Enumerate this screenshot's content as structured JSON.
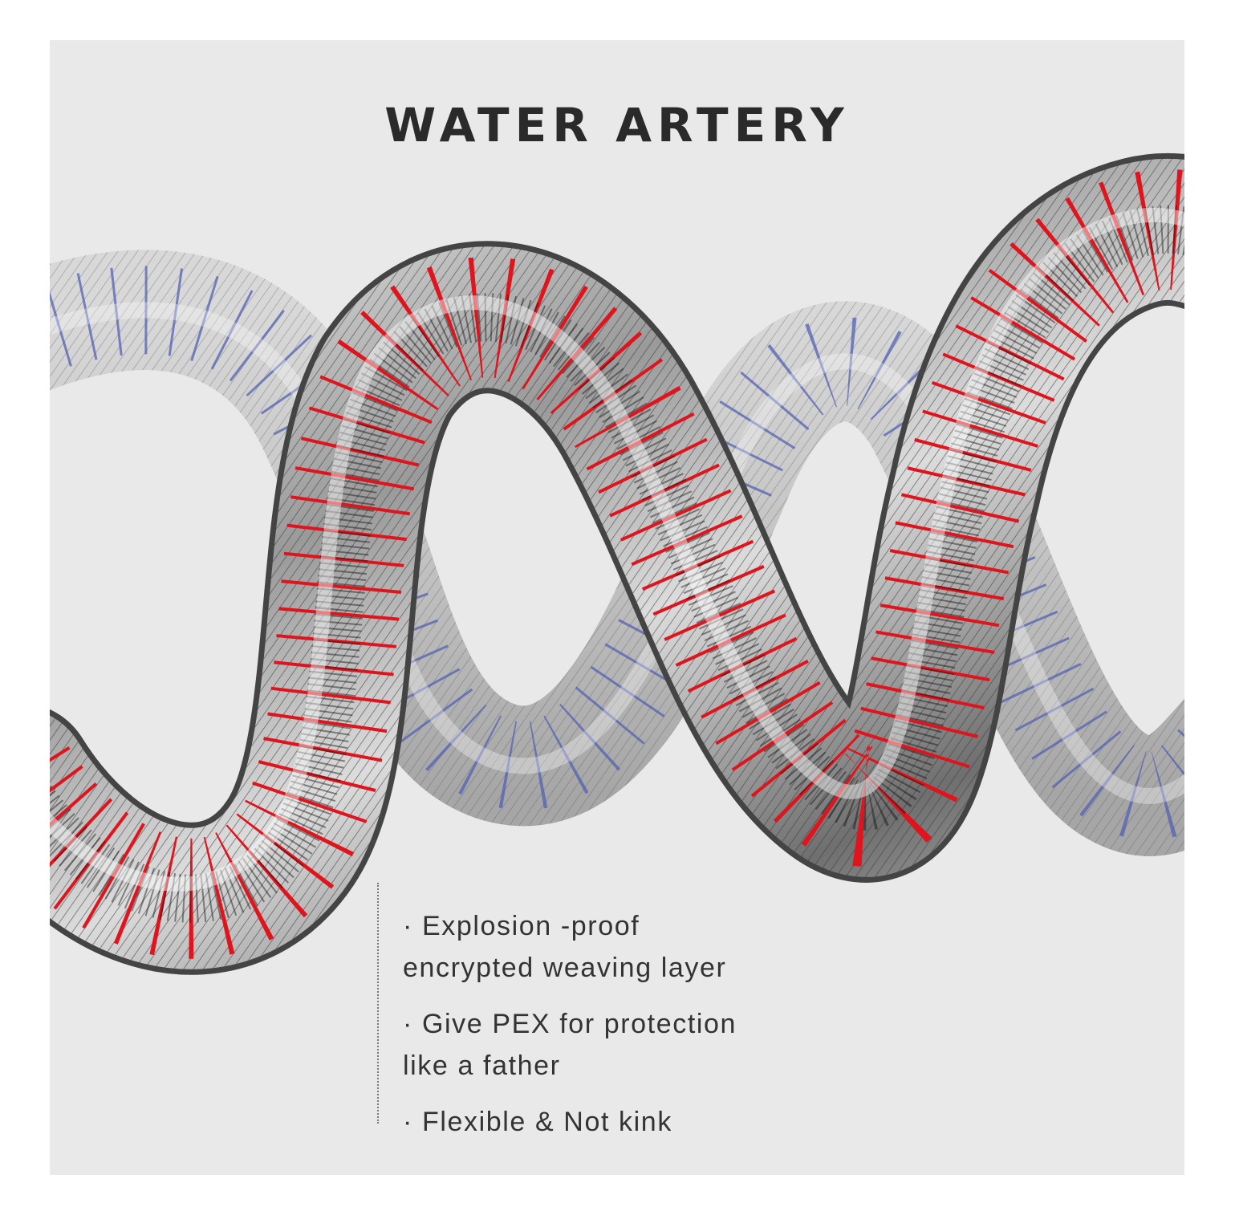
{
  "headline": "WATER ARTERY",
  "features": [
    {
      "line1": "· Explosion -proof",
      "line2": "encrypted weaving layer"
    },
    {
      "line1": "· Give PEX for protection",
      "line2": "like a father"
    },
    {
      "line1": "· Flexible & Not kink",
      "line2": ""
    }
  ],
  "colors": {
    "background": "#e9e9e9",
    "hose_steel": "#a9a9a9",
    "front_stripe": "#e0141c",
    "back_stripe": "#3a49a8",
    "text": "#2a2a2a"
  }
}
